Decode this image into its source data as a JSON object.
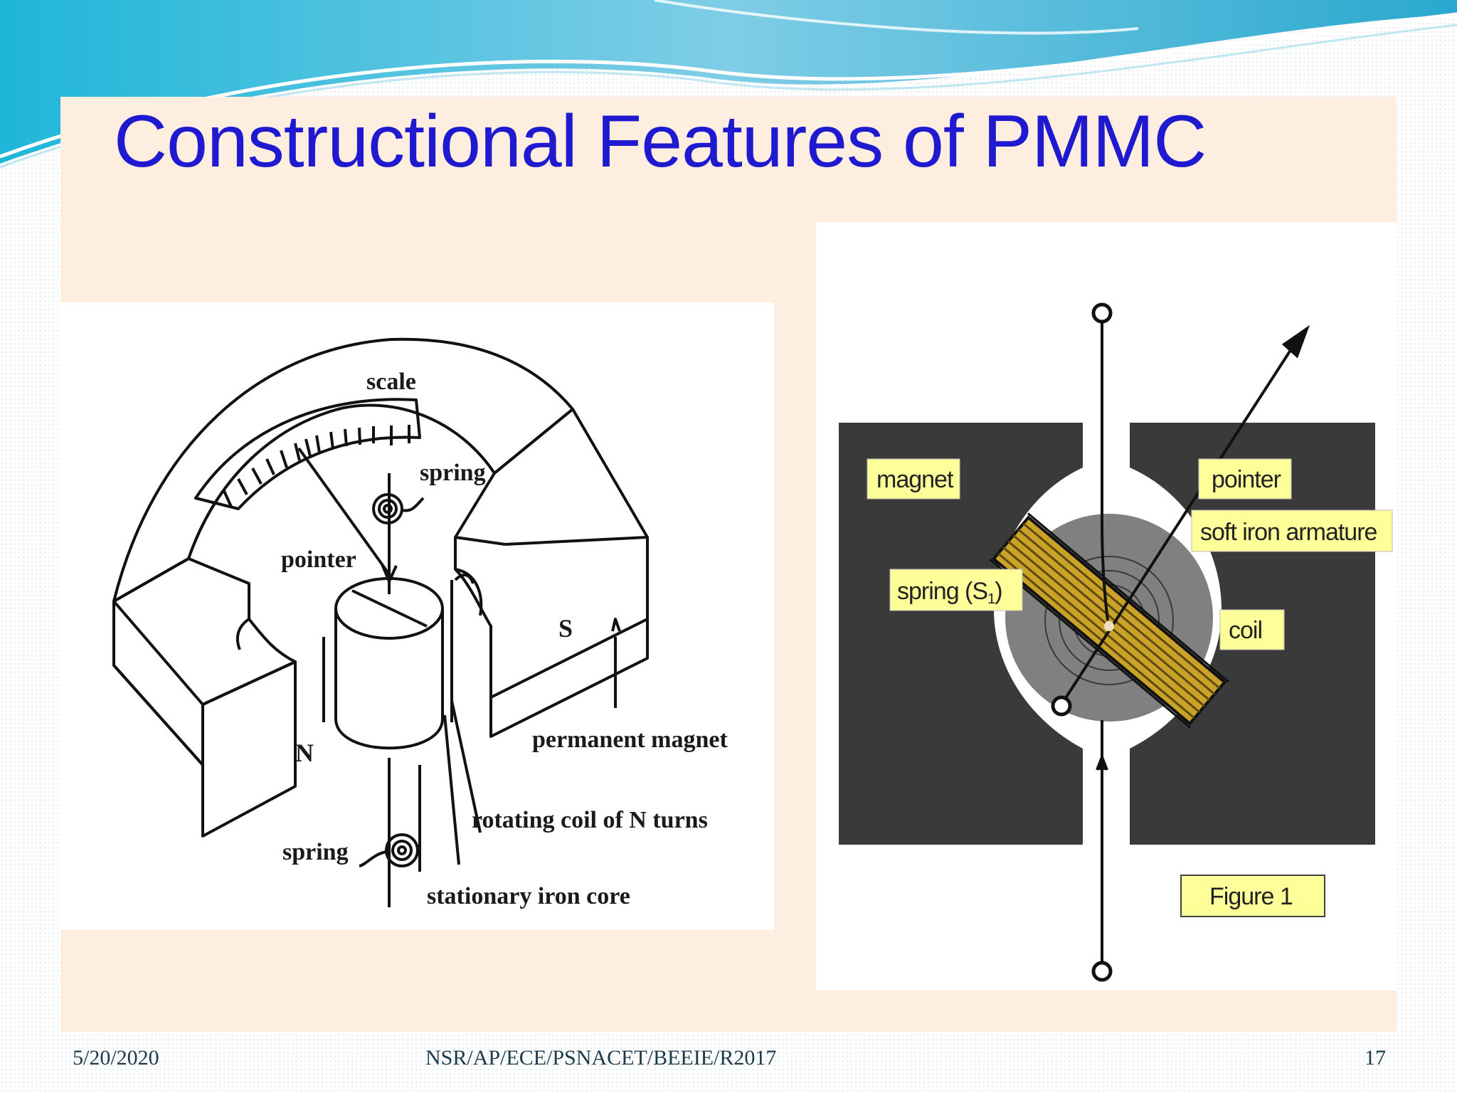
{
  "slide": {
    "title": "Constructional Features of PMMC",
    "footer": {
      "date": "5/20/2020",
      "center": "NSR/AP/ECE/PSNACET/BEEIE/R2017",
      "page": "17"
    }
  },
  "left_diagram": {
    "labels": {
      "scale": "scale",
      "spring_top": "spring",
      "pointer": "pointer",
      "s_pole": "S",
      "n_pole": "N",
      "permanent_magnet": "permanent magnet",
      "rotating_coil": "rotating coil of N turns",
      "spring_bottom": "spring",
      "iron_core": "stationary iron core"
    }
  },
  "right_diagram": {
    "labels": {
      "magnet": "magnet",
      "pointer": "pointer",
      "soft_iron_armature": "soft iron armature",
      "spring_main": "spring (S",
      "spring_sub": "1",
      "spring_close": ")",
      "coil": "coil",
      "figure": "Figure 1"
    },
    "colors": {
      "magnet": "#3a3a3a",
      "core": "#808080",
      "coil": "#c9a227",
      "label_bg": "#ffff9a"
    }
  },
  "colors": {
    "title": "#1f1ad0",
    "panel": "#fdeee0",
    "wave": "#5fb8d2"
  }
}
